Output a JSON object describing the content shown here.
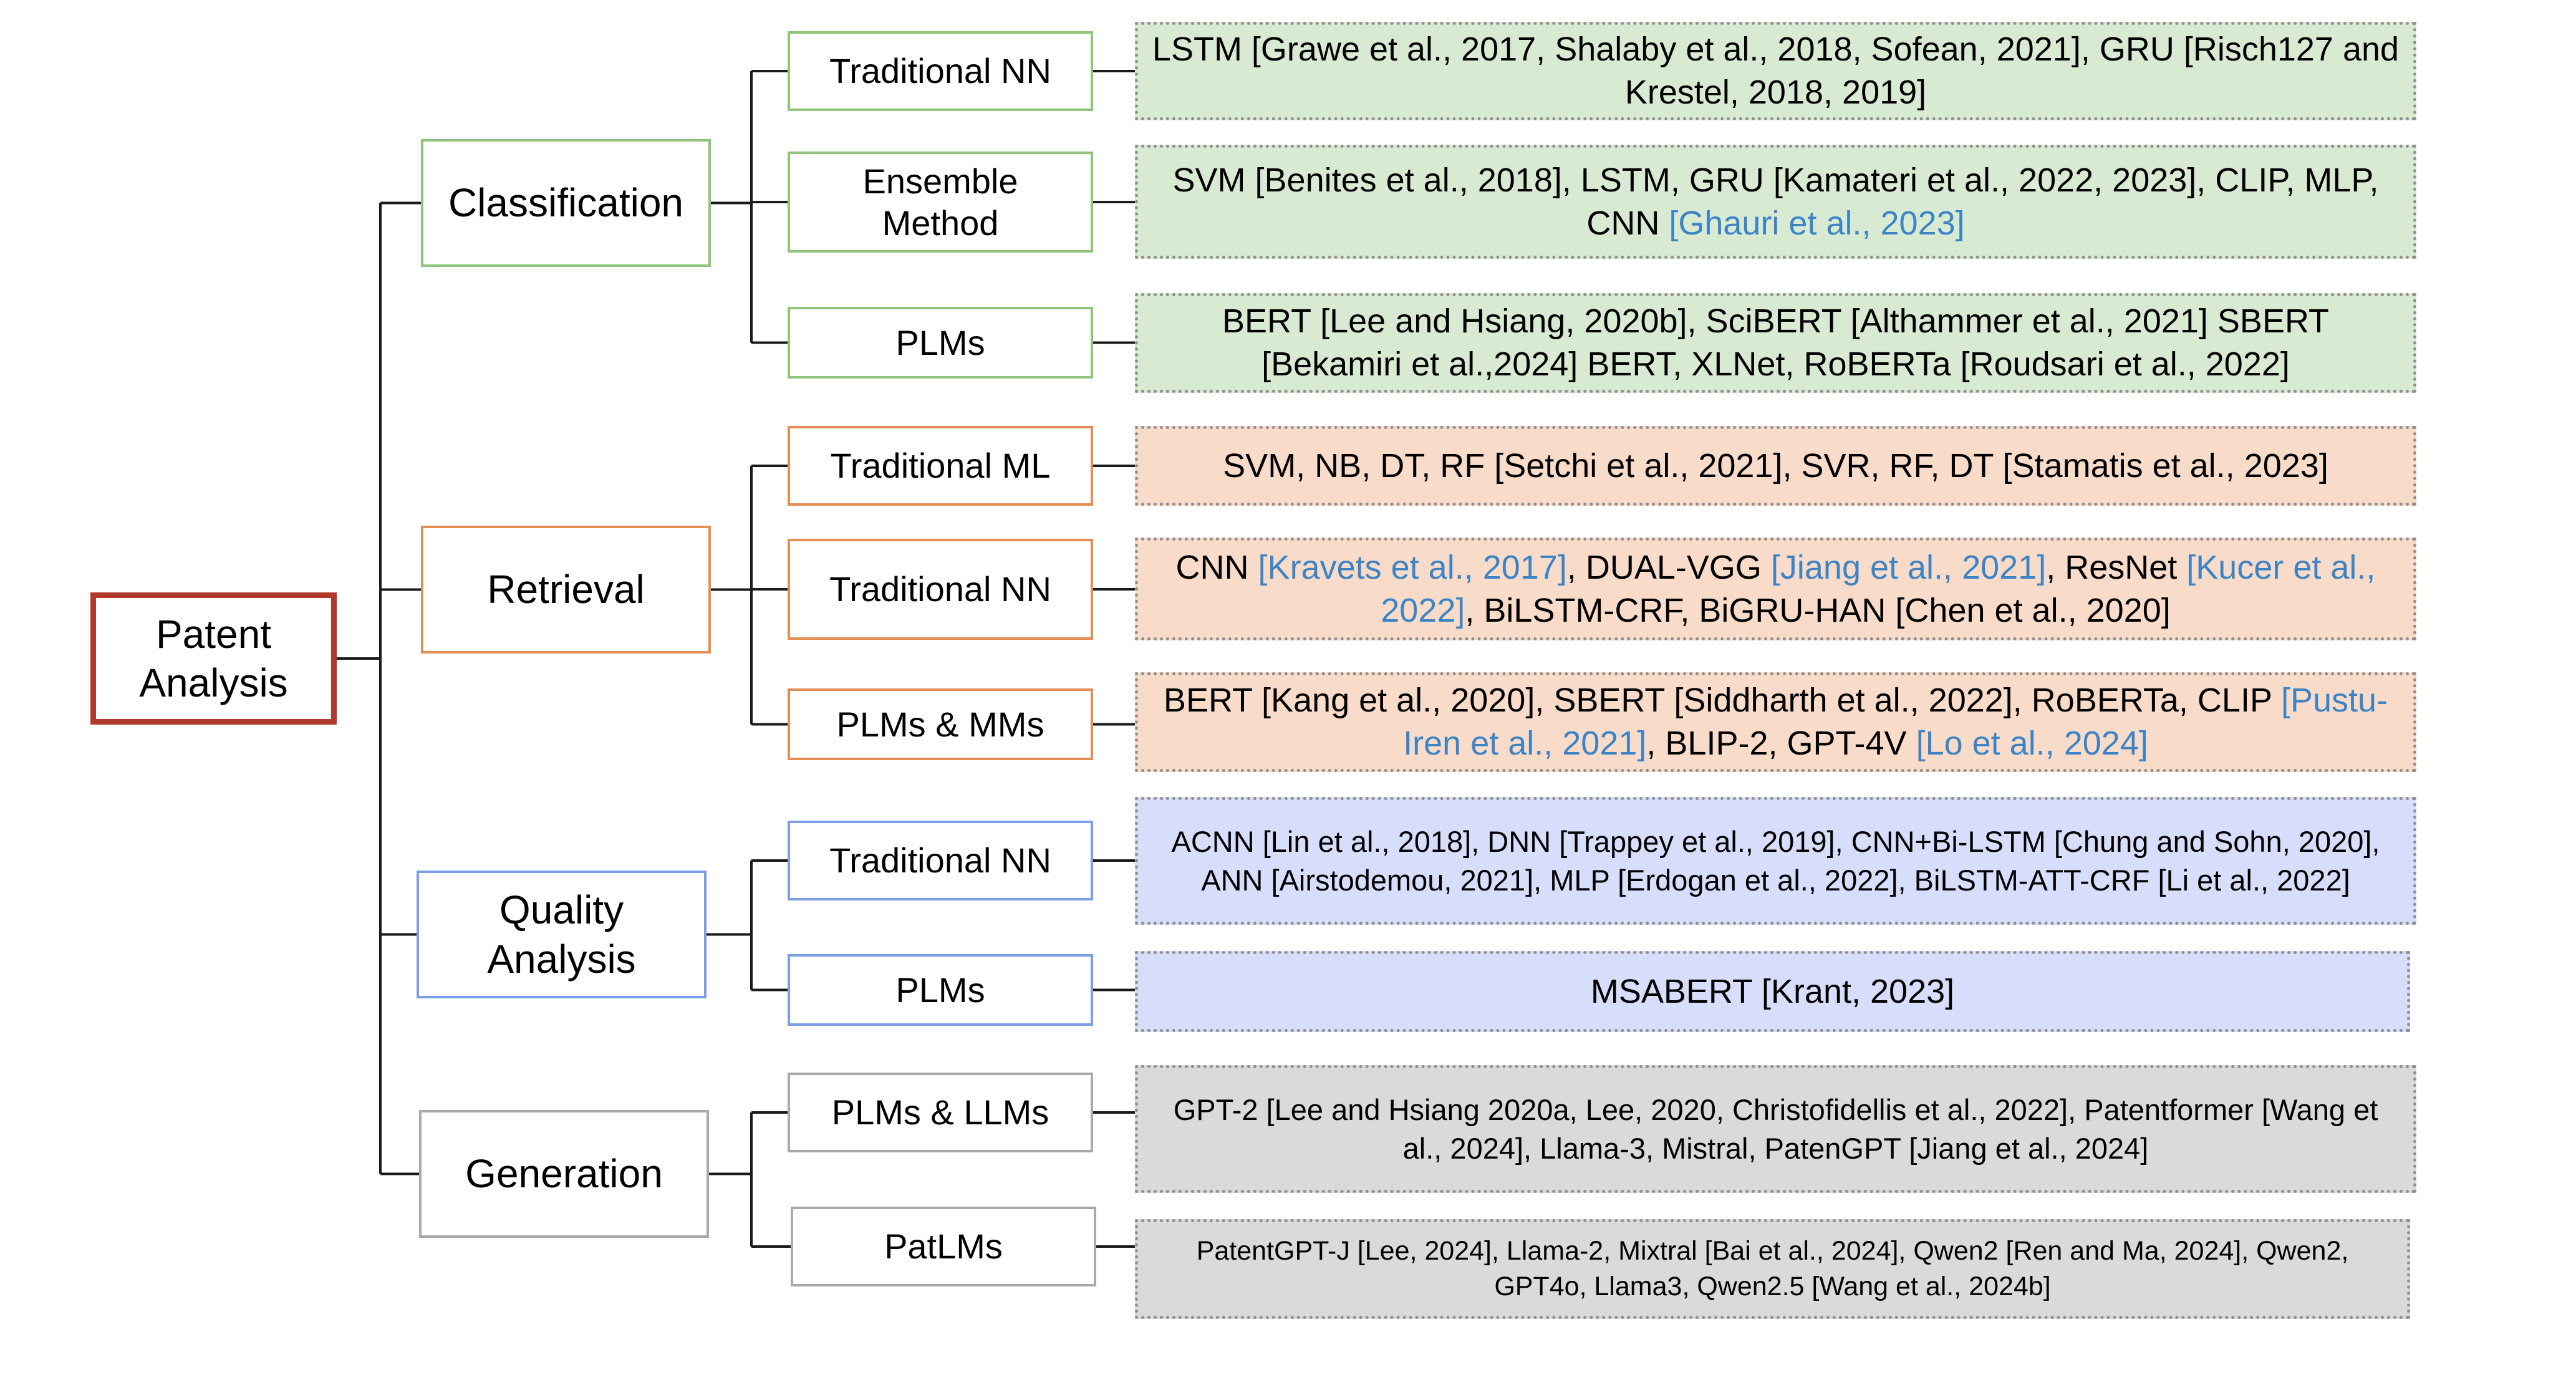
{
  "root": {
    "line1": "Patent",
    "line2": "Analysis"
  },
  "categories": [
    {
      "id": "classification",
      "label": "Classification",
      "label2": "",
      "border_color": "#8fc47a",
      "fill_color": "#d9ead3",
      "subs": [
        {
          "id": "traditional-nn",
          "label": "Traditional NN",
          "label2": "",
          "leaf": [
            {
              "t": "LSTM [Grawe et al., 2017, Shalaby et al., 2018, Sofean, 2021], GRU [Risch127 and Krestel, 2018, 2019]",
              "c": false
            }
          ]
        },
        {
          "id": "ensemble-method",
          "label": "Ensemble",
          "label2": "Method",
          "leaf": [
            {
              "t": "SVM [Benites et al., 2018], LSTM, GRU [Kamateri et al., 2022, 2023], CLIP, MLP, CNN ",
              "c": false
            },
            {
              "t": "[Ghauri et al., 2023]",
              "c": true
            }
          ]
        },
        {
          "id": "plms",
          "label": "PLMs",
          "label2": "",
          "leaf": [
            {
              "t": "BERT [Lee and Hsiang, 2020b], SciBERT [Althammer et al., 2021] SBERT [Bekamiri et al.,2024] BERT, XLNet, RoBERTa [Roudsari et al., 2022]",
              "c": false
            }
          ]
        }
      ]
    },
    {
      "id": "retrieval",
      "label": "Retrieval",
      "label2": "",
      "border_color": "#e48d54",
      "fill_color": "#f8dcc9",
      "subs": [
        {
          "id": "traditional-ml",
          "label": "Traditional ML",
          "label2": "",
          "leaf": [
            {
              "t": "SVM, NB, DT, RF [Setchi et al., 2021], SVR, RF, DT [Stamatis et al., 2023]",
              "c": false
            }
          ]
        },
        {
          "id": "traditional-nn",
          "label": "Traditional NN",
          "label2": "",
          "leaf": [
            {
              "t": "CNN ",
              "c": false
            },
            {
              "t": "[Kravets et al., 2017]",
              "c": true
            },
            {
              "t": ", DUAL-VGG ",
              "c": false
            },
            {
              "t": "[Jiang et al., 2021]",
              "c": true
            },
            {
              "t": ", ResNet  ",
              "c": false
            },
            {
              "t": "[Kucer et al., 2022]",
              "c": true
            },
            {
              "t": ", BiLSTM-CRF, BiGRU-HAN [Chen et al., 2020]",
              "c": false
            }
          ]
        },
        {
          "id": "plms-mms",
          "label": "PLMs & MMs",
          "label2": "",
          "leaf": [
            {
              "t": "BERT [Kang et al., 2020], SBERT [Siddharth et al., 2022], RoBERTa, CLIP ",
              "c": false
            },
            {
              "t": "[Pustu-Iren et al., 2021]",
              "c": true
            },
            {
              "t": ", BLIP-2, GPT-4V ",
              "c": false
            },
            {
              "t": "[Lo et al., 2024]",
              "c": true
            }
          ]
        }
      ]
    },
    {
      "id": "quality-analysis",
      "label": "Quality",
      "label2": "Analysis",
      "border_color": "#7b9ee6",
      "fill_color": "#d6defb",
      "subs": [
        {
          "id": "traditional-nn",
          "label": "Traditional NN",
          "label2": "",
          "leaf": [
            {
              "t": "ACNN [Lin et al., 2018], DNN [Trappey et al., 2019], CNN+Bi-LSTM [Chung and Sohn, 2020], ANN [Airstodemou, 2021],  MLP [Erdogan et al., 2022], BiLSTM-ATT-CRF [Li et al., 2022]",
              "c": false
            }
          ]
        },
        {
          "id": "plms",
          "label": "PLMs",
          "label2": "",
          "leaf": [
            {
              "t": "MSABERT [Krant, 2023]",
              "c": false
            }
          ]
        }
      ]
    },
    {
      "id": "generation",
      "label": "Generation",
      "label2": "",
      "border_color": "#a9a9a9",
      "fill_color": "#dadada",
      "subs": [
        {
          "id": "plms-llms",
          "label": "PLMs & LLMs",
          "label2": "",
          "leaf": [
            {
              "t": "GPT-2 [Lee and Hsiang 2020a, Lee, 2020, Christofidellis et al., 2022], Patentformer [Wang et al., 2024], Llama-3, Mistral, PatenGPT [Jiang et al., 2024]",
              "c": false
            }
          ]
        },
        {
          "id": "patlms",
          "label": "PatLMs",
          "label2": "",
          "leaf": [
            {
              "t": "PatentGPT-J [Lee, 2024], Llama-2, Mixtral [Bai et al., 2024], Qwen2  [Ren and Ma, 2024], Qwen2, GPT4o, Llama3, Qwen2.5 [Wang et al., 2024b]",
              "c": false
            }
          ]
        }
      ]
    }
  ]
}
